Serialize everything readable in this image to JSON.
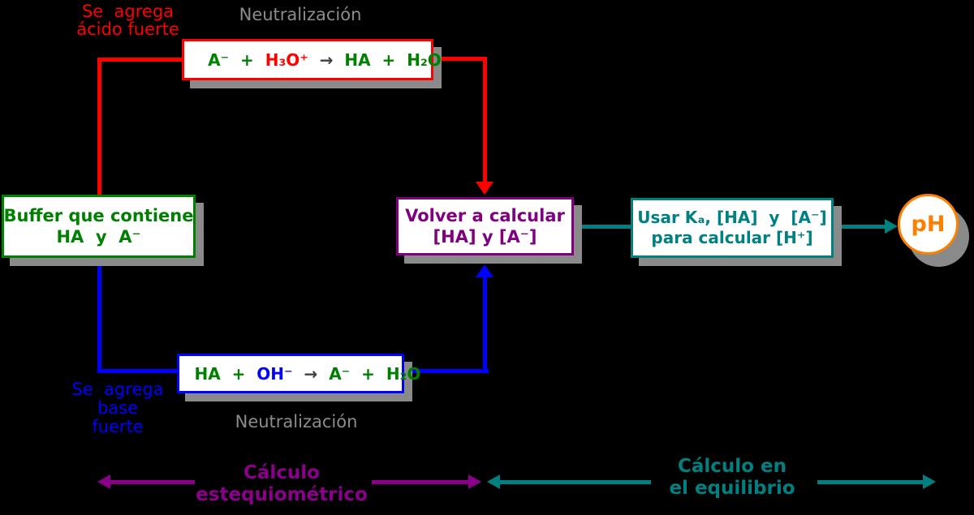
{
  "colors": {
    "background": "#000000",
    "red": "#ff0000",
    "green": "#008000",
    "blue": "#0000ff",
    "purple": "#800080",
    "magenta": "#8b008b",
    "teal": "#008080",
    "gray_text": "#8c8c8c",
    "shadow_gray": "#8a8a8a",
    "orange": "#ff7f00",
    "reaction_arrow_gray": "#404040",
    "box_background": "#ffffff"
  },
  "annotations": {
    "add_acid": "Se  agrega\nácido fuerte",
    "neutralization_top": "Neutralización",
    "add_base": "Se  agrega\nbase\nfuerte",
    "neutralization_bottom": "Neutralización",
    "stoichiometric": "Cálculo\nestequiométrico",
    "equilibrium": "Cálculo en\nel equilibrio"
  },
  "boxes": {
    "acid_reaction": {
      "parts": [
        {
          "text": "A⁻  +  ",
          "color": "#008000"
        },
        {
          "text": "H₃O⁺",
          "color": "#ff0000"
        },
        {
          "text": "  →  ",
          "color": "#404040"
        },
        {
          "text": "HA  +  H₂O",
          "color": "#008000"
        }
      ]
    },
    "base_reaction": {
      "parts": [
        {
          "text": "HA  +  ",
          "color": "#008000"
        },
        {
          "text": "OH⁻",
          "color": "#0000ff"
        },
        {
          "text": "  →  ",
          "color": "#404040"
        },
        {
          "text": "A⁻  +  H₂O",
          "color": "#008000"
        }
      ]
    },
    "buffer": {
      "text": "Buffer que contiene\nHA  y  A⁻"
    },
    "recalculate": {
      "text": "Volver a calcular\n[HA] y [A⁻]"
    },
    "use_ka": {
      "text": "Usar Kₐ, [HA]  y  [A⁻]\npara calcular [H⁺]"
    },
    "ph": {
      "text": "pH"
    }
  }
}
